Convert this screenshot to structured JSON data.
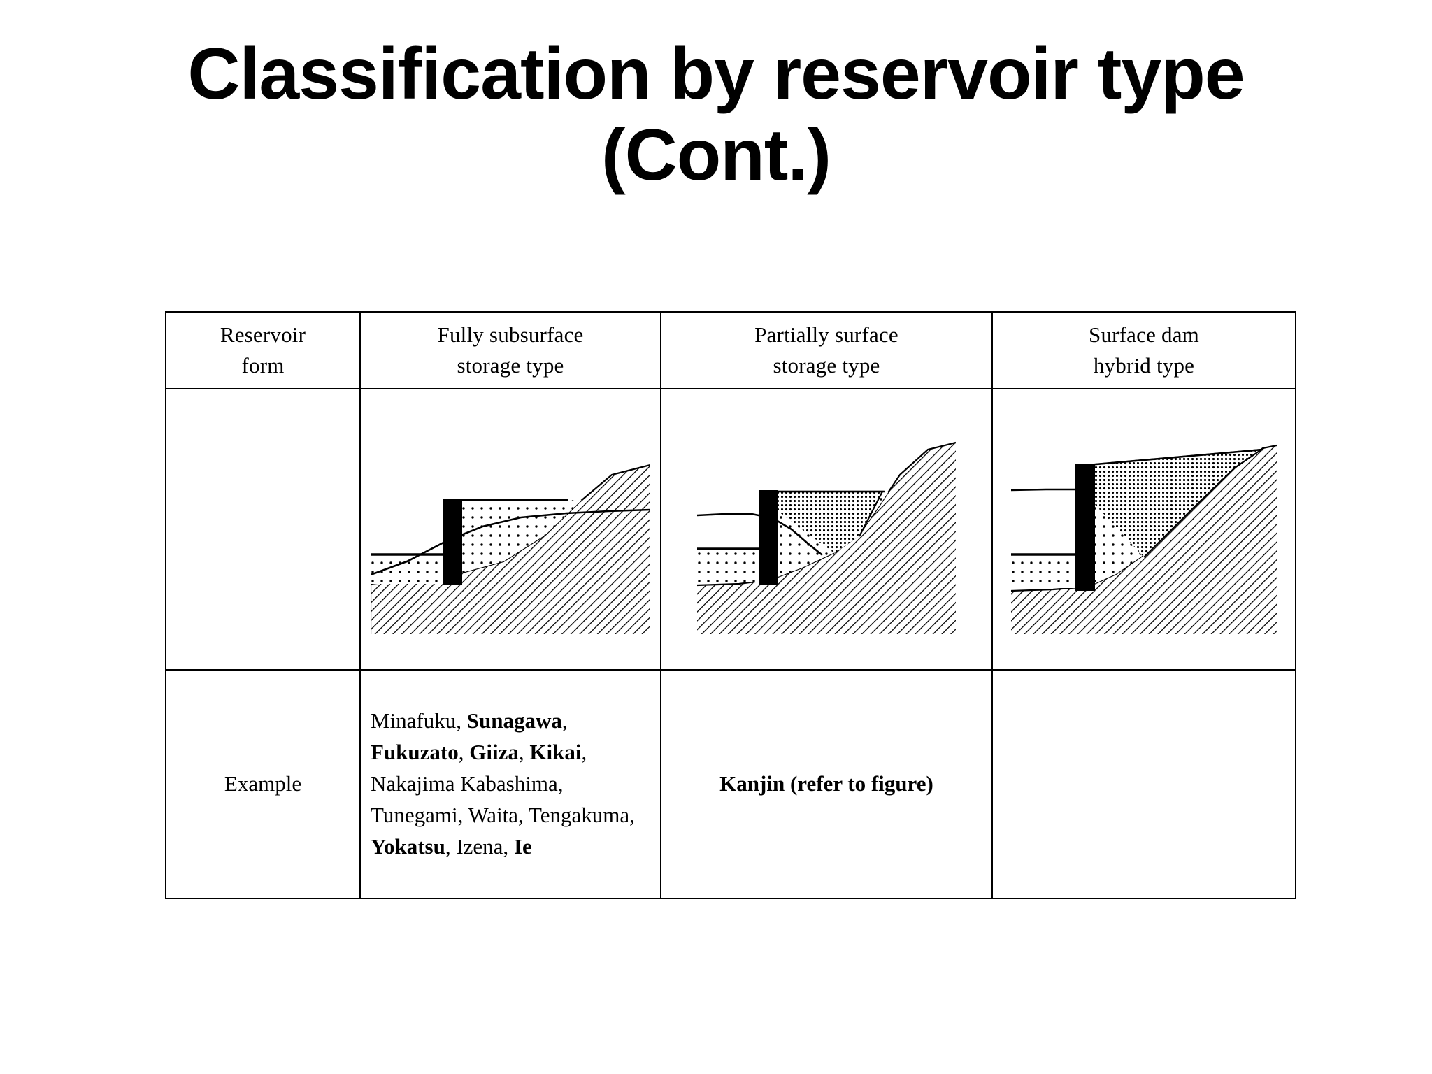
{
  "slide": {
    "title_line1": "Classification by reservoir type",
    "title_line2": "(Cont.)"
  },
  "table": {
    "header": [
      {
        "line1": "Reservoir",
        "line2": "form"
      },
      {
        "line1": "Fully subsurface",
        "line2": "storage type"
      },
      {
        "line1": "Partially surface",
        "line2": "storage type"
      },
      {
        "line1": "Surface dam",
        "line2": "hybrid type"
      }
    ],
    "figures": {
      "row_label": "",
      "fig_a_name": "fully-subsurface-storage-diagram",
      "fig_b_name": "partially-surface-storage-diagram",
      "fig_c_name": "surface-dam-hybrid-diagram"
    },
    "example_row": {
      "label": "Example",
      "fully_subsurface_html": "Minafuku, <b>Sunagawa</b>, <b>Fukuzato</b>, <b>Giiza</b>, <b>Kikai</b>, Nakajima Kabashima, Tunegami, Waita, Tengakuma, <b>Yokatsu</b>, Izena, <b>Ie</b>",
      "fully_subsurface_lines": [
        "Minafuku, Sunagawa,",
        "Fukuzato, Giiza,",
        "Kikai, Nakajima",
        "Kabashima, Tunegami,",
        "Waita, Tengakuma,",
        "Yokatsu, Izena, Ie"
      ],
      "partially_surface": "Kanjin (refer to figure)",
      "surface_dam_hybrid": ""
    }
  },
  "colors": {
    "text": "#000000",
    "background": "#ffffff",
    "border": "#000000",
    "cutoff_wall": "#000000"
  }
}
